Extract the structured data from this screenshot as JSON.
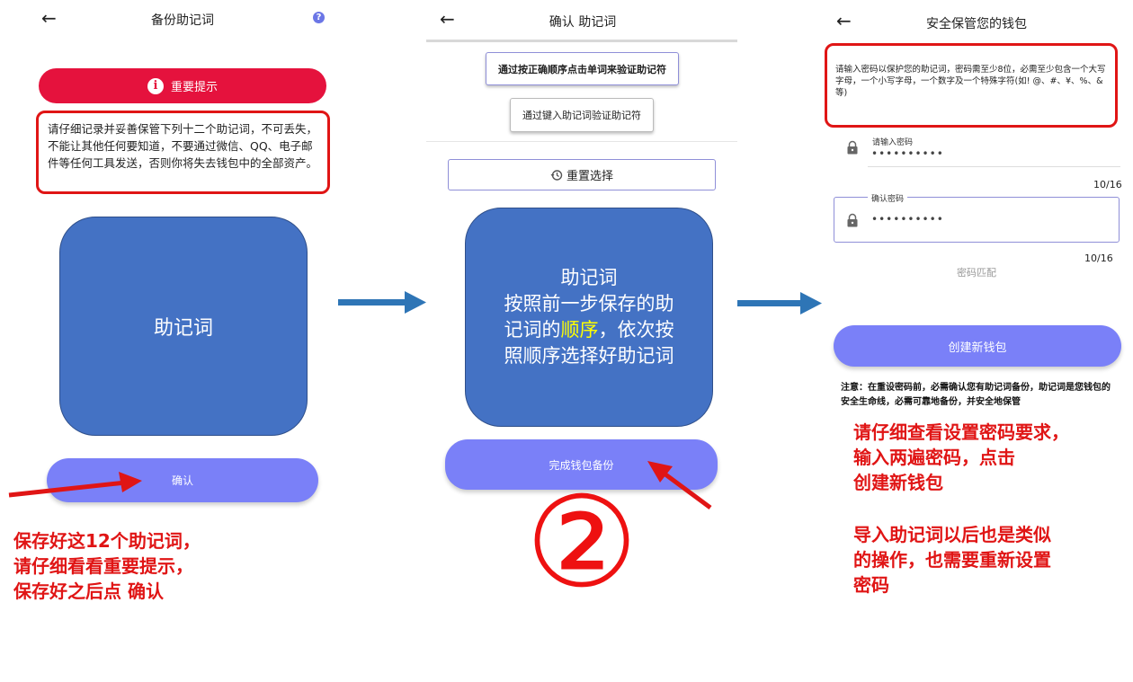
{
  "panel1": {
    "title": "备份助记词",
    "help": "?",
    "warning_label": "重要提示",
    "info_glyph": "i",
    "notice": "请仔细记录并妥善保管下列十二个助记词，不可丢失，不能让其他任何要知道，不要通过微信、QQ、电子邮件等任何工具发送，否则你将失去钱包中的全部资产。",
    "box_label": "助记词",
    "confirm_label": "确认",
    "annotation": [
      "保存好这12个助记词，",
      "请仔细看看重要提示，",
      "保存好之后点  确认"
    ]
  },
  "panel2": {
    "title": "确认 助记词",
    "option1": "通过按正确顺序点击单词来验证助记符",
    "option2": "通过键入助记词验证助记符",
    "reset_label": "重置选择",
    "box_line1": "助记词",
    "box_line2": "按照前一步保存的助",
    "box_line3_pre": "记词的",
    "box_line3_hl": "顺序",
    "box_line3_post": "，依次按",
    "box_line4": "照顺序选择好助记词",
    "finish_label": "完成钱包备份",
    "step": "②"
  },
  "panel3": {
    "title": "安全保管您的钱包",
    "instruction": "请输入密码以保护您的助记词，密码需至少8位，必需至少包含一个大写字母，一个小写字母，一个数字及一个特殊字符(如! @、#、¥、%、&等)",
    "pw_label": "请输入密码",
    "pw_value": "••••••••••",
    "pw_counter": "10/16",
    "confirm_label": "确认密码",
    "confirm_value": "••••••••••",
    "confirm_counter": "10/16",
    "match": "密码匹配",
    "create_label": "创建新钱包",
    "note": "注意：在重设密码前，必需确认您有助记词备份，助记词是您钱包的安全生命线，必需可靠地备份，并安全地保管",
    "annotation1": [
      "请仔细查看设置密码要求，",
      "输入两遍密码，点击",
      "创建新钱包"
    ],
    "annotation2": [
      "导入助记词以后也是类似",
      "的操作，也需要重新设置",
      "密码"
    ]
  },
  "colors": {
    "red": "#e01515",
    "warn": "#e5123d",
    "blue_box": "#4472c4",
    "pill": "#7a80f8",
    "arrow": "#2e75b6",
    "highlight": "#ffff00"
  }
}
